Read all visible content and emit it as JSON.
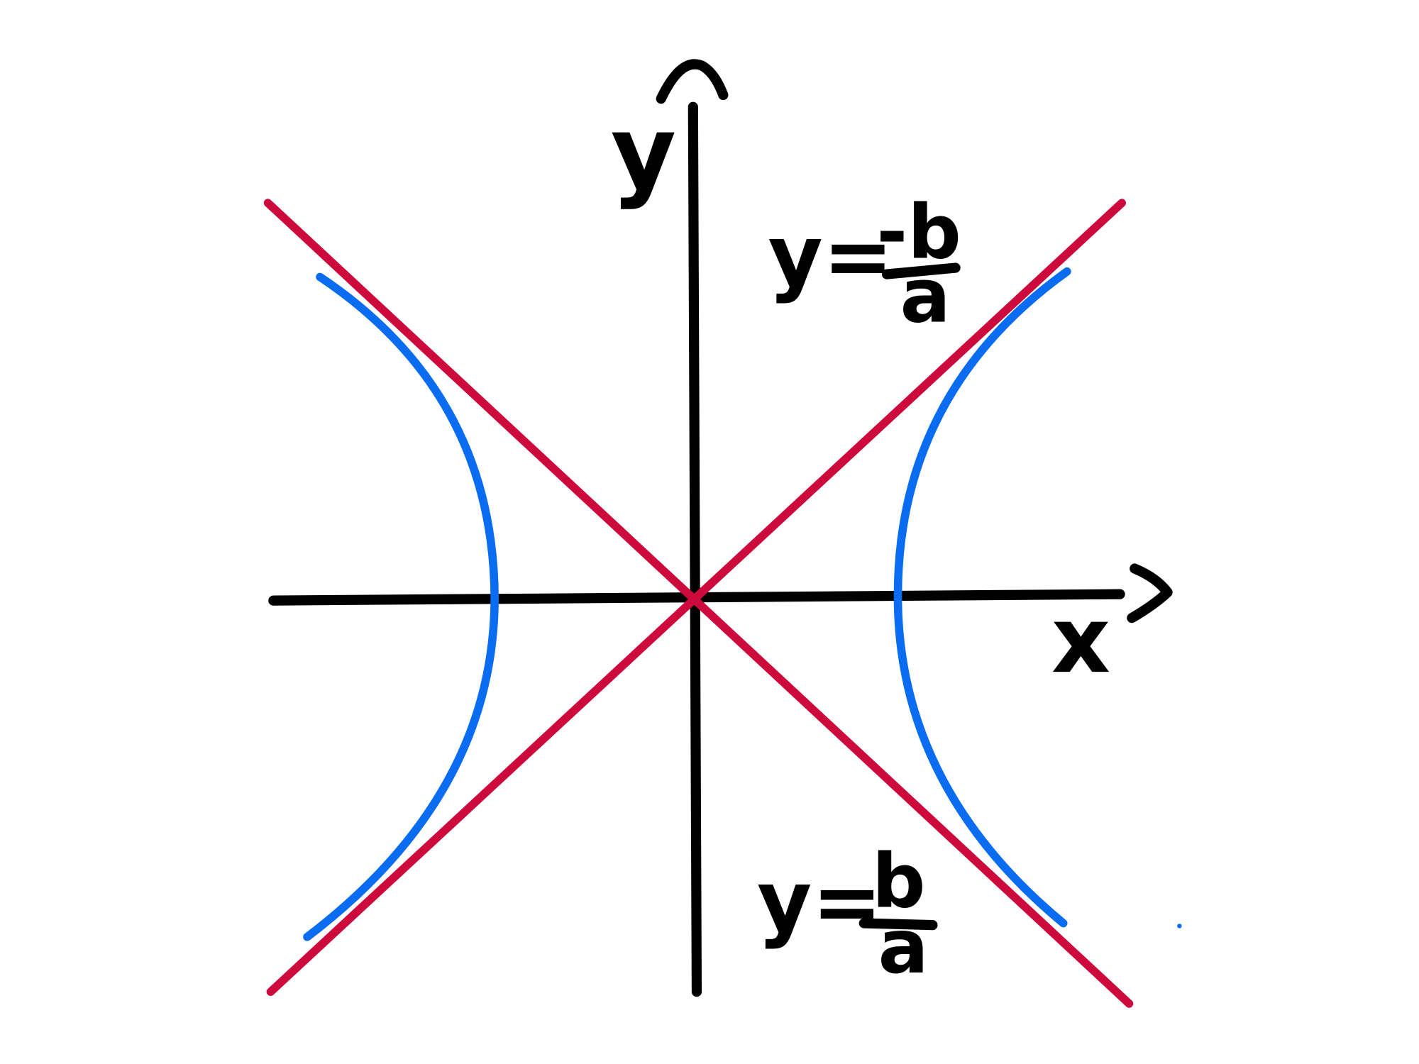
{
  "diagram": {
    "axis_labels": {
      "x": "x",
      "y": "y"
    },
    "asymptote_top": {
      "lhs": "y=",
      "numerator": "-b",
      "denominator": "a"
    },
    "asymptote_bottom": {
      "lhs": "y=",
      "numerator": "b",
      "denominator": "a"
    },
    "colors": {
      "axes": "#000000",
      "asymptotes": "#cc0a3c",
      "hyperbola": "#0a6cf0"
    }
  }
}
